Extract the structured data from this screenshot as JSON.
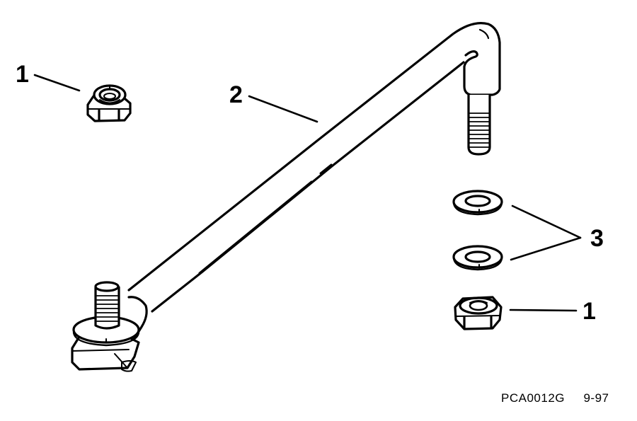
{
  "diagram": {
    "type": "exploded-parts-diagram",
    "stroke_color": "#000000",
    "background": "#ffffff",
    "callouts": [
      {
        "id": "callout-1-top",
        "label": "1",
        "part": "lock-nut"
      },
      {
        "id": "callout-2",
        "label": "2",
        "part": "link-rod"
      },
      {
        "id": "callout-3",
        "label": "3",
        "part": "washer"
      },
      {
        "id": "callout-1-bottom",
        "label": "1",
        "part": "nut"
      }
    ],
    "parts": [
      {
        "name": "lock-nut",
        "callout": "1"
      },
      {
        "name": "link-rod",
        "callout": "2"
      },
      {
        "name": "washer",
        "callout": "3",
        "quantity_shown": 2
      },
      {
        "name": "nut",
        "callout": "1"
      }
    ]
  },
  "footer": {
    "figure_code": "PCA0012G",
    "date": "9-97"
  }
}
